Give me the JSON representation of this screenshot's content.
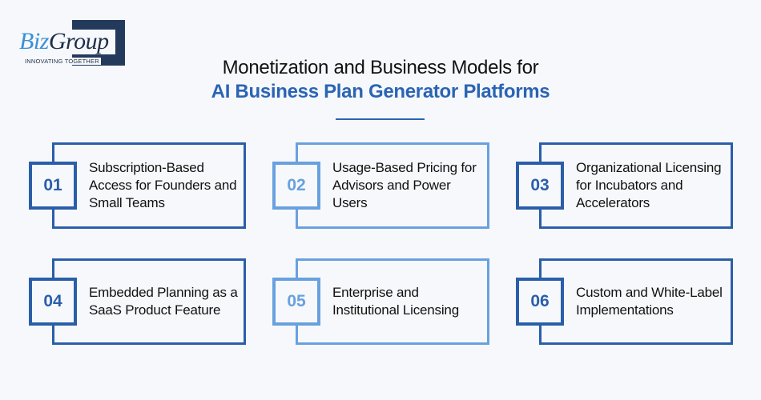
{
  "logo": {
    "name_part1": "Biz",
    "name_part2": "Group",
    "tagline": "INNOVATING TOGETHER"
  },
  "title": {
    "line1": "Monetization and Business Models for",
    "line2": "AI Business Plan Generator Platforms"
  },
  "colors": {
    "accent_dark": "#2a5ea9",
    "accent_light": "#69a1de",
    "background": "#f6f8fb"
  },
  "cards": [
    {
      "number": "01",
      "label": "Subscription-Based Access for Founders and Small Teams"
    },
    {
      "number": "02",
      "label": "Usage-Based Pricing for Advisors and Power Users"
    },
    {
      "number": "03",
      "label": "Organizational Licensing for Incubators and Accelerators"
    },
    {
      "number": "04",
      "label": "Embedded Planning as a SaaS Product Feature"
    },
    {
      "number": "05",
      "label": "Enterprise and Institutional Licensing"
    },
    {
      "number": "06",
      "label": "Custom and White-Label Implementations"
    }
  ]
}
